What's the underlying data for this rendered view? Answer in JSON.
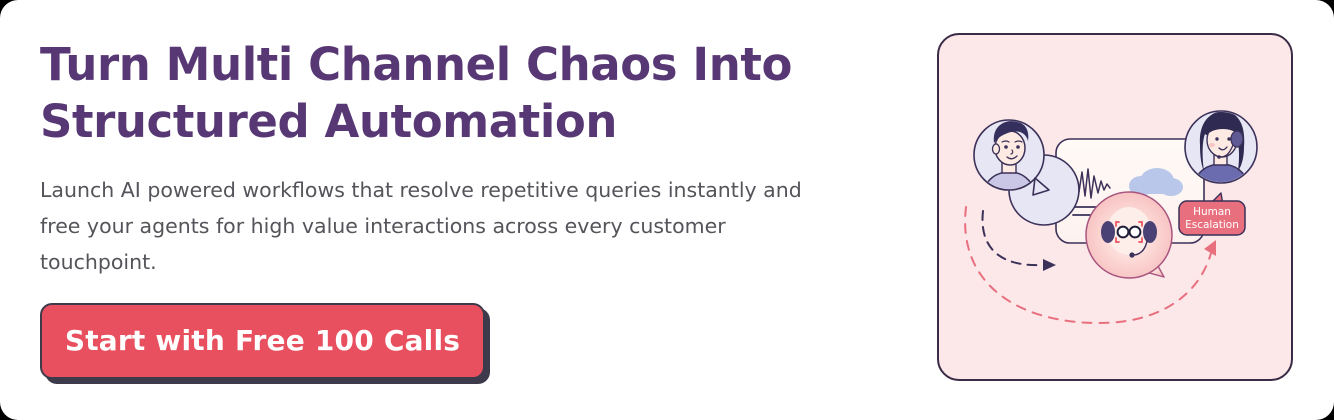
{
  "banner": {
    "headline": "Turn Multi Channel Chaos Into Structured Automation",
    "subcopy": "Launch AI powered workflows that resolve repetitive queries instantly and free your agents for high value interactions across every customer touchpoint.",
    "cta_label": "Start with Free 100 Calls"
  },
  "colors": {
    "headline": "#573874",
    "body_text": "#55545a",
    "cta_background": "#e8505f",
    "cta_text": "#ffffff",
    "cta_border": "#3d3a4b",
    "panel_background": "#fce7e9",
    "panel_border": "#3a2b46",
    "avatar_fill": "#e7e6f4",
    "ink": "#3b3159",
    "coral": "#e8707e",
    "cloud": "#b9c7ea"
  },
  "illustration": {
    "badge_line1": "Human",
    "badge_line2": "Escalation",
    "elements": {
      "customer_avatar": "customer-avatar-icon",
      "agent_avatar": "support-agent-avatar-icon",
      "bot": "ai-bot-icon",
      "dashboard_card": "dashboard-card",
      "waveform": "audio-waveform-icon",
      "cloud": "cloud-icon",
      "bot_flow_arrow": "bot-flow-arrow-icon",
      "escalation_flow_arrow": "escalation-flow-arrow-icon"
    }
  }
}
